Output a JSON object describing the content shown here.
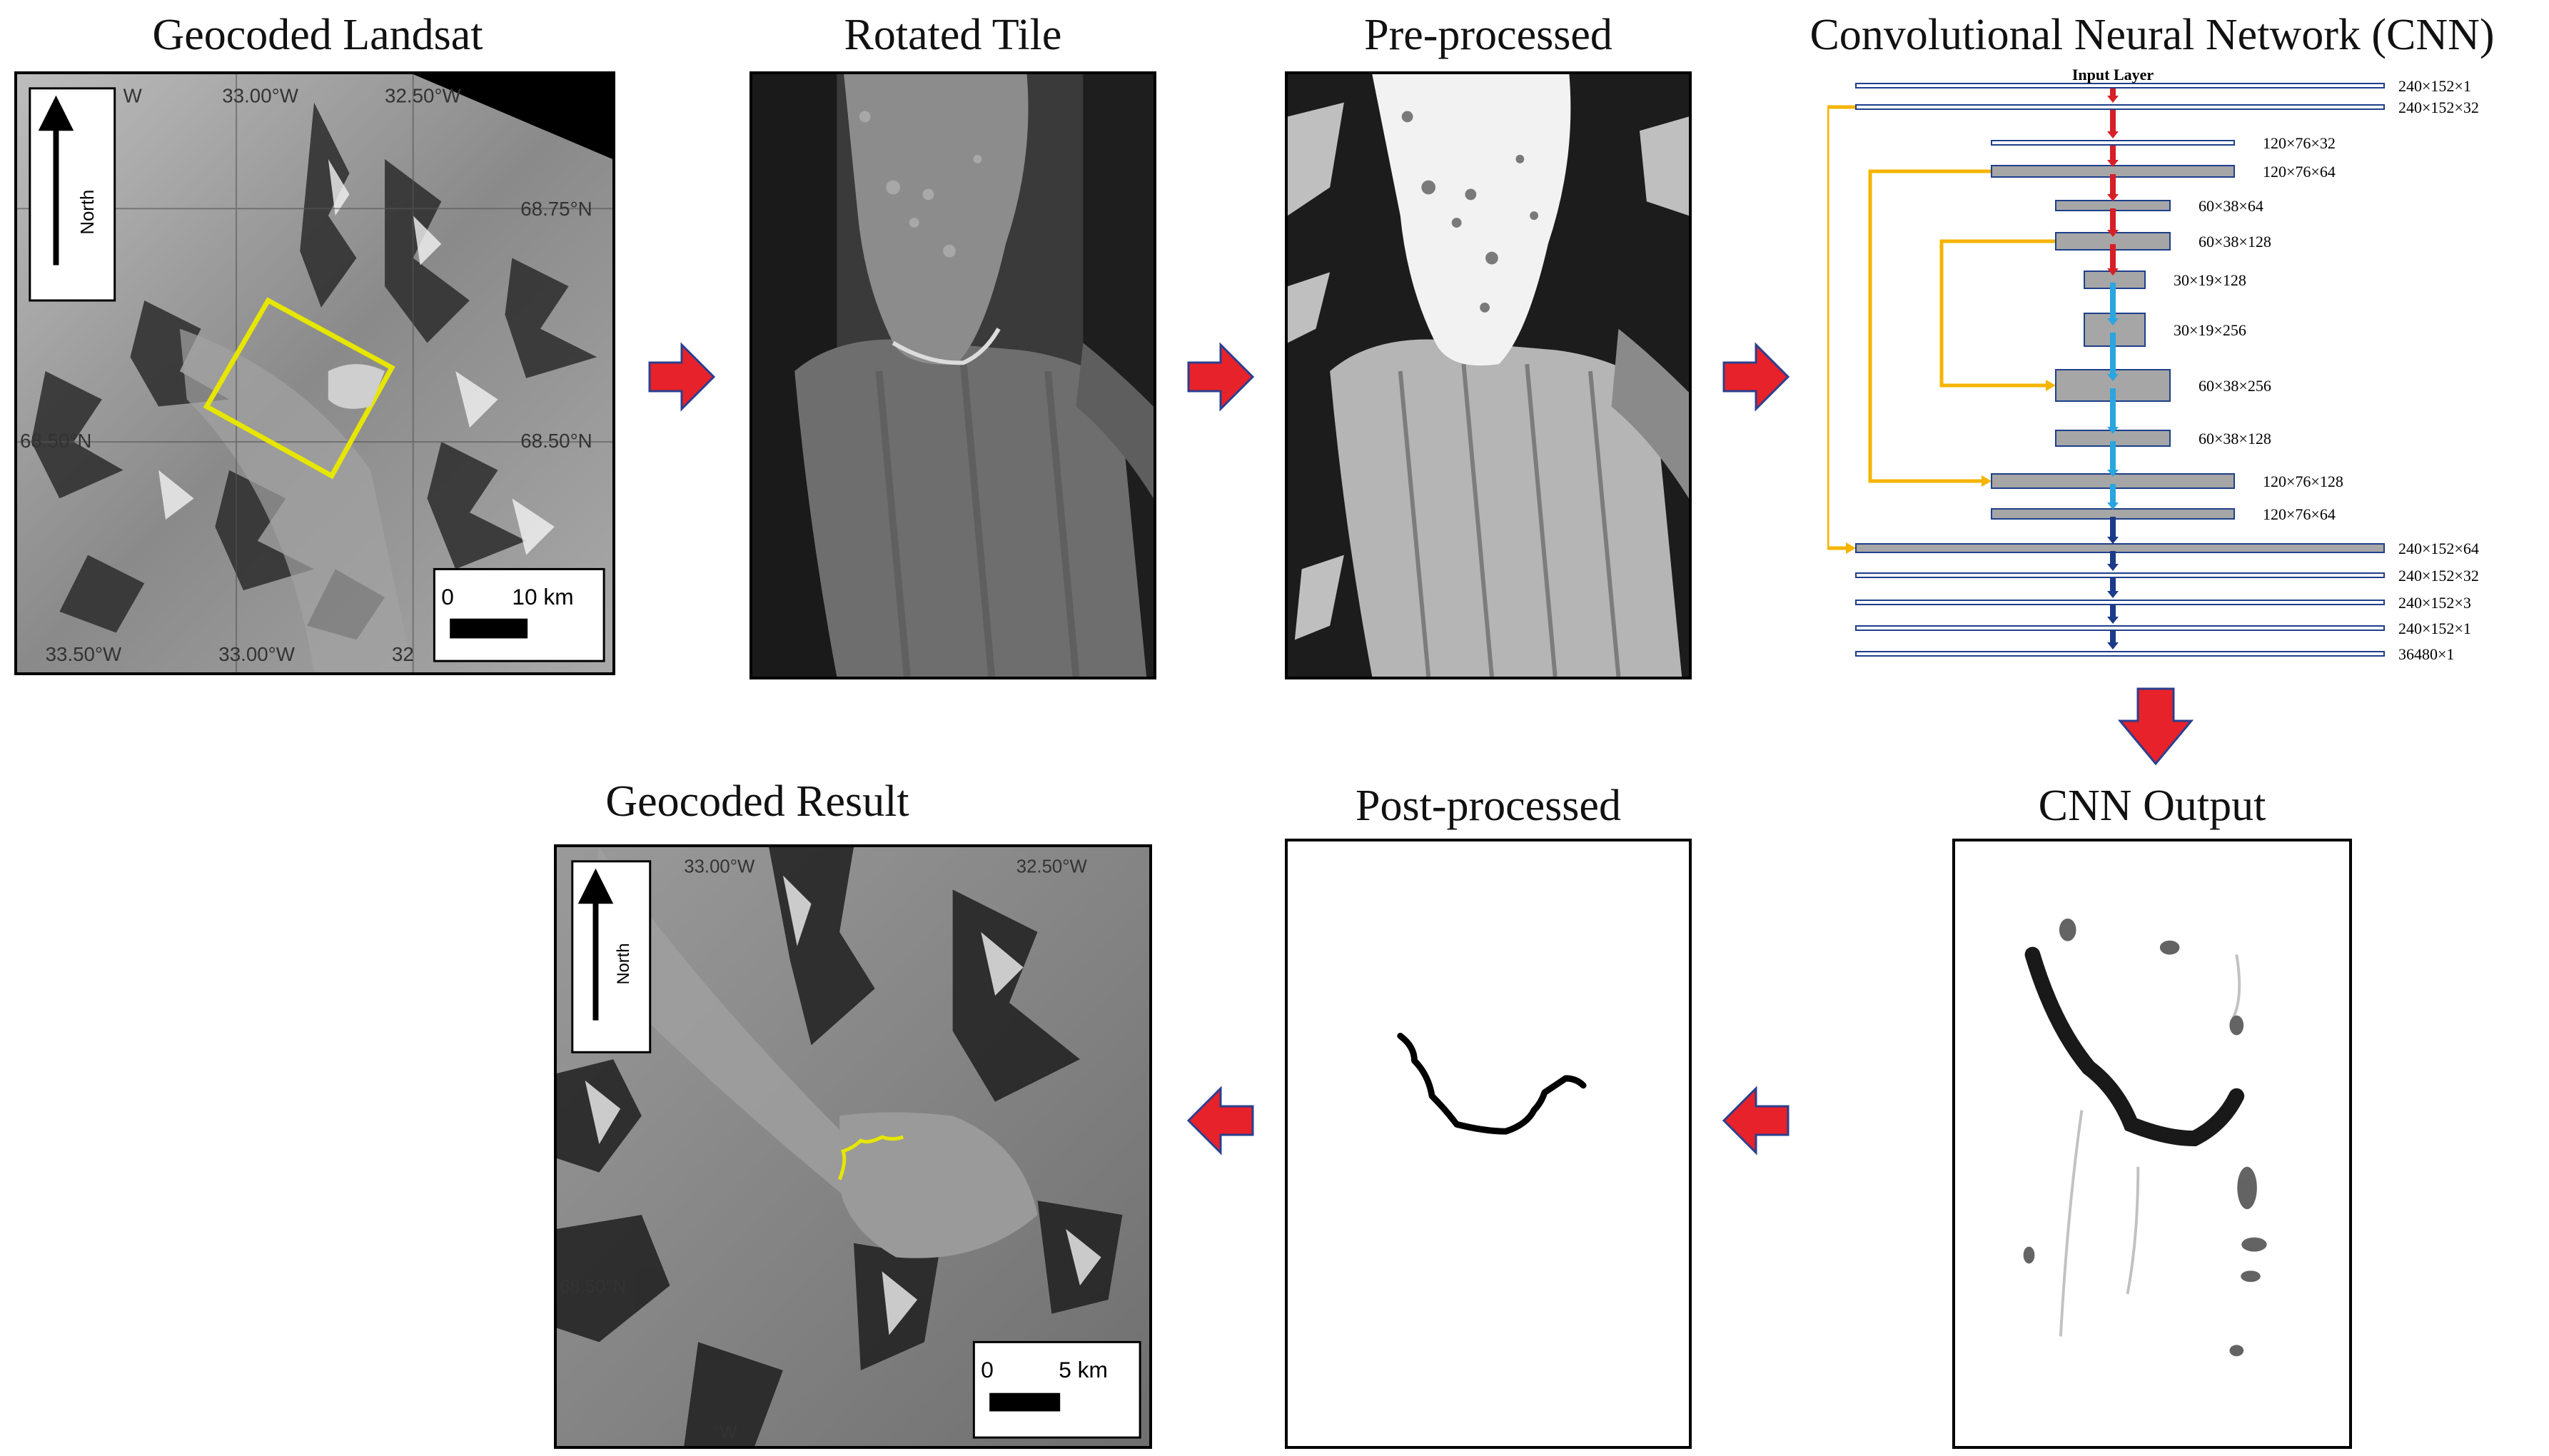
{
  "titles": {
    "landsat": "Geocoded Landsat",
    "rotated": "Rotated Tile",
    "preprocessed": "Pre-processed",
    "cnn": "Convolutional Neural Network (CNN)",
    "cnn_output": "CNN Output",
    "postprocessed": "Post-processed",
    "result": "Geocoded Result"
  },
  "landsat_map": {
    "north": "North",
    "lon_top_1": "W",
    "lon_top_2": "33.00°W",
    "lon_top_3": "32.50°W",
    "lat_1": "68.75°N",
    "lat_2": "68.50°N",
    "lat_left": "68.50°N",
    "lon_bottom_1": "33.50°W",
    "lon_bottom_2": "33.00°W",
    "lon_bottom_3": "32",
    "scale_start": "0",
    "scale_end": "10 km"
  },
  "result_map": {
    "north": "North",
    "lon_top_1": "33.00°W",
    "lon_top_2": "32.50°W",
    "lat_left": "68.50°N",
    "lon_bottom": "°W",
    "scale_start": "0",
    "scale_end": "5 km"
  },
  "cnn": {
    "input_label": "Input Layer",
    "layers": [
      "240×152×1",
      "240×152×32",
      "120×76×32",
      "120×76×64",
      "60×38×64",
      "60×38×128",
      "30×19×128",
      "30×19×256",
      "60×38×256",
      "60×38×128",
      "120×76×128",
      "120×76×64",
      "240×152×64",
      "240×152×32",
      "240×152×3",
      "240×152×1",
      "36480×1"
    ]
  },
  "colors": {
    "arrow": "#e8222a",
    "arrow_edge": "#2b3f8f",
    "skip": "#f5b400",
    "layer_line": "#1f3f8a",
    "block": "#a6a6a6",
    "highlight": "#e6e600"
  }
}
